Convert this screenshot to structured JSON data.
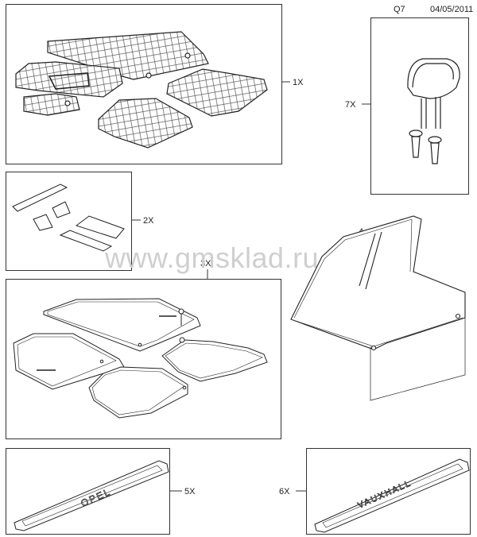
{
  "header": {
    "code": "Q7",
    "date": "04/05/2011"
  },
  "watermark": "www.gmsklad.ru",
  "callouts": [
    {
      "id": "1",
      "label": "1X"
    },
    {
      "id": "2",
      "label": "2X"
    },
    {
      "id": "3",
      "label": "3X"
    },
    {
      "id": "4",
      "label": "4"
    },
    {
      "id": "5",
      "label": "5X"
    },
    {
      "id": "6",
      "label": "6X"
    },
    {
      "id": "7",
      "label": "7X"
    }
  ],
  "sill_texts": {
    "opel": "OPEL",
    "vauxhall": "VAUXHALL"
  },
  "colors": {
    "line": "#333333",
    "watermark": "#cfcfcf"
  }
}
